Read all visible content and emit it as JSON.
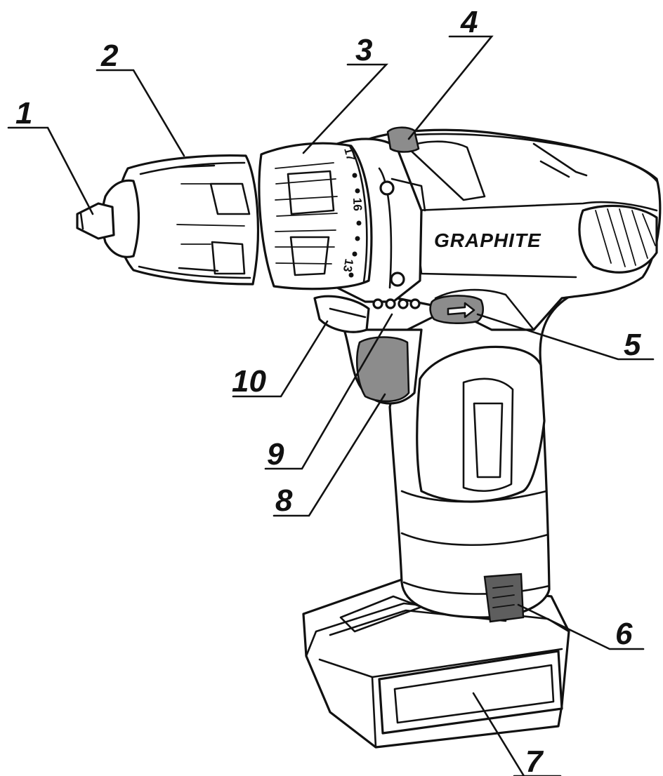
{
  "brand": "GRAPHITE",
  "callouts": [
    {
      "id": "1",
      "label": "1"
    },
    {
      "id": "2",
      "label": "2"
    },
    {
      "id": "3",
      "label": "3"
    },
    {
      "id": "4",
      "label": "4"
    },
    {
      "id": "5",
      "label": "5"
    },
    {
      "id": "6",
      "label": "6"
    },
    {
      "id": "7",
      "label": "7"
    },
    {
      "id": "8",
      "label": "8"
    },
    {
      "id": "9",
      "label": "9"
    },
    {
      "id": "10",
      "label": "10"
    }
  ],
  "torque_scale": [
    "13",
    "16",
    "17"
  ],
  "colors": {
    "line": "#111111",
    "grey_part": "#8c8c8c",
    "dark_part": "#5e5e5e",
    "background": "#ffffff"
  }
}
